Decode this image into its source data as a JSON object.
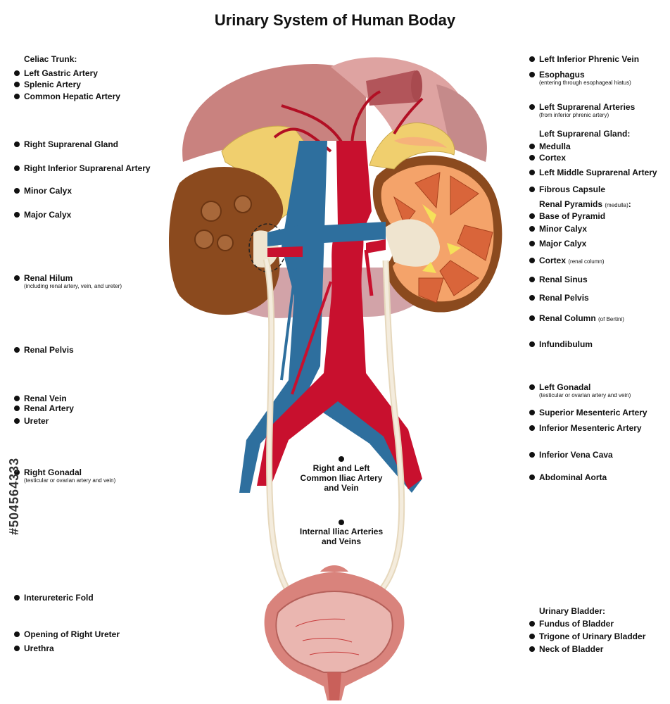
{
  "title": "Urinary System of Human Boday",
  "left_labels": [
    {
      "text": "Celiac Trunk:",
      "sub": "",
      "numbered": false
    },
    {
      "text": "Left Gastric Artery",
      "sub": "",
      "numbered": true
    },
    {
      "text": "Splenic Artery",
      "sub": "",
      "numbered": true
    },
    {
      "text": "Common Hepatic Artery",
      "sub": "",
      "numbered": true
    },
    {
      "text": "Right Suprarenal Gland",
      "sub": "",
      "numbered": true
    },
    {
      "text": "Right Inferior Suprarenal Artery",
      "sub": "",
      "numbered": true
    },
    {
      "text": "Minor Calyx",
      "sub": "",
      "numbered": true
    },
    {
      "text": "Major Calyx",
      "sub": "",
      "numbered": true
    },
    {
      "text": "Renal Hilum",
      "sub": "(including renal artery, vein, and ureter)",
      "numbered": true
    },
    {
      "text": "Renal Pelvis",
      "sub": "",
      "numbered": true
    },
    {
      "text": "Renal Vein",
      "sub": "",
      "numbered": true
    },
    {
      "text": "Renal Artery",
      "sub": "",
      "numbered": true
    },
    {
      "text": "Ureter",
      "sub": "",
      "numbered": true
    },
    {
      "text": "Right Gonadal",
      "sub": "(testicular or ovarian artery and vein)",
      "numbered": true
    },
    {
      "text": "Interureteric Fold",
      "sub": "",
      "numbered": true
    },
    {
      "text": "Opening of Right Ureter",
      "sub": "",
      "numbered": true
    },
    {
      "text": "Urethra",
      "sub": "",
      "numbered": true
    }
  ],
  "right_labels": [
    {
      "text": "Left Inferior Phrenic Vein",
      "sub": "",
      "numbered": true
    },
    {
      "text": "Esophagus",
      "sub": "(entering through esophageal hiatus)",
      "numbered": true
    },
    {
      "text": "Left Suprarenal Arteries",
      "sub": "(from inferior phrenic artery)",
      "numbered": true
    },
    {
      "text": "Left Suprarenal Gland:",
      "sub": "",
      "numbered": false
    },
    {
      "text": "Medulla",
      "sub": "",
      "numbered": true
    },
    {
      "text": "Cortex",
      "sub": "",
      "numbered": true
    },
    {
      "text": "Left Middle Suprarenal Artery",
      "sub": "",
      "numbered": true
    },
    {
      "text": "Fibrous Capsule",
      "sub": "",
      "numbered": true
    },
    {
      "text": "Renal Pyramids",
      "small": "(medulla)",
      "after": ":",
      "sub": "",
      "numbered": false
    },
    {
      "text": "Base of Pyramid",
      "sub": "",
      "numbered": true
    },
    {
      "text": "Minor Calyx",
      "sub": "",
      "numbered": true
    },
    {
      "text": "Major Calyx",
      "sub": "",
      "numbered": true
    },
    {
      "text": "Cortex",
      "small": "(renal column)",
      "sub": "",
      "numbered": true
    },
    {
      "text": "Renal Sinus",
      "sub": "",
      "numbered": true
    },
    {
      "text": "Renal Pelvis",
      "sub": "",
      "numbered": true
    },
    {
      "text": "Renal Column",
      "small": "(of Bertini)",
      "sub": "",
      "numbered": true
    },
    {
      "text": "Infundibulum",
      "sub": "",
      "numbered": true
    },
    {
      "text": "Left Gonadal",
      "sub": "(testicular or ovarian artery and vein)",
      "numbered": true
    },
    {
      "text": "Superior Mesenteric Artery",
      "sub": "",
      "numbered": true
    },
    {
      "text": "Inferior Mesenteric Artery",
      "sub": "",
      "numbered": true
    },
    {
      "text": "Inferior Vena Cava",
      "sub": "",
      "numbered": true
    },
    {
      "text": "Abdominal Aorta",
      "sub": "",
      "numbered": true
    },
    {
      "text": "Urinary Bladder:",
      "sub": "",
      "numbered": false
    },
    {
      "text": "Fundus of Bladder",
      "sub": "",
      "numbered": true
    },
    {
      "text": "Trigone of Urinary Bladder",
      "sub": "",
      "numbered": true
    },
    {
      "text": "Neck of Bladder",
      "sub": "",
      "numbered": true
    }
  ],
  "center_labels": {
    "iliac_common": "Right and Left Common Iliac Artery and Vein",
    "iliac_internal": "Internal Iliac Arteries and Veins"
  },
  "watermark": "#504564333",
  "colors": {
    "vein": "#2e6f9e",
    "artery": "#c8102e",
    "kidney_right": "#8b4a1e",
    "kidney_left_cortex": "#f4a36a",
    "pyramid": "#d9653a",
    "adrenal": "#f2d27a",
    "ureter": "#efe4cf",
    "liver": "#d9928f",
    "bladder": "#e9a6a0"
  }
}
